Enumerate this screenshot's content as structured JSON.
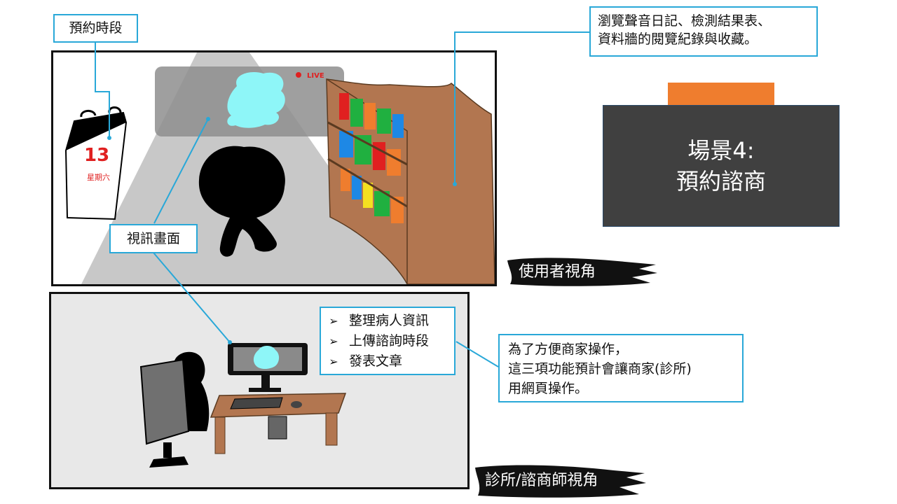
{
  "scene": {
    "title_line1": "場景4:",
    "title_line2": "預約諮商"
  },
  "callouts": {
    "appointment_slot": "預約時段",
    "browse_note_line1": "瀏覽聲音日記、檢測結果表、",
    "browse_note_line2": "資料牆的閱覽紀錄與收藏。",
    "video_screen": "視訊畫面",
    "features": [
      "整理病人資訊",
      "上傳諮詢時段",
      "發表文章"
    ],
    "web_note_line1": "為了方便商家操作，",
    "web_note_line2": "這三項功能預計會讓商家(診所)",
    "web_note_line3": "用網頁操作。"
  },
  "perspectives": {
    "user_view": "使用者視角",
    "clinic_view": "診所/諮商師視角"
  },
  "scene_text": {
    "live_badge": "LIVE",
    "calendar_day": "13",
    "calendar_weekday": "星期六"
  },
  "colors": {
    "callout_border": "#29a8d8",
    "title_bg": "#404040",
    "title_tab": "#ef7d2e",
    "bookshelf": "#b27650",
    "avatar": "#8ef6f8"
  },
  "icons": {
    "bullet": "arrowhead-bullet-icon"
  }
}
